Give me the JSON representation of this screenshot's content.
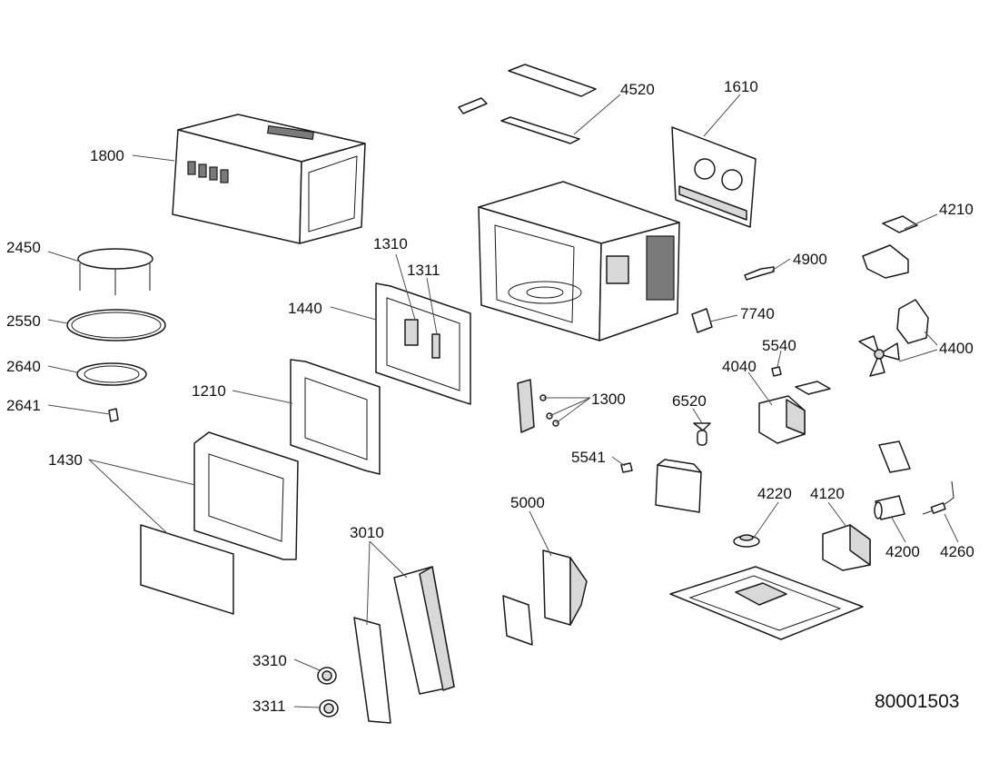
{
  "callouts": [
    {
      "id": "4520",
      "text": "4520"
    },
    {
      "id": "1610",
      "text": "1610"
    },
    {
      "id": "1800",
      "text": "1800"
    },
    {
      "id": "4210",
      "text": "4210"
    },
    {
      "id": "2450",
      "text": "2450"
    },
    {
      "id": "1310",
      "text": "1310"
    },
    {
      "id": "1311",
      "text": "1311"
    },
    {
      "id": "4900",
      "text": "4900"
    },
    {
      "id": "1440",
      "text": "1440"
    },
    {
      "id": "7740",
      "text": "7740"
    },
    {
      "id": "2550",
      "text": "2550"
    },
    {
      "id": "5540",
      "text": "5540"
    },
    {
      "id": "4400",
      "text": "4400"
    },
    {
      "id": "2640",
      "text": "2640"
    },
    {
      "id": "4040",
      "text": "4040"
    },
    {
      "id": "1210",
      "text": "1210"
    },
    {
      "id": "1300",
      "text": "1300"
    },
    {
      "id": "6520",
      "text": "6520"
    },
    {
      "id": "2641",
      "text": "2641"
    },
    {
      "id": "5541",
      "text": "5541"
    },
    {
      "id": "1430",
      "text": "1430"
    },
    {
      "id": "4220",
      "text": "4220"
    },
    {
      "id": "4120",
      "text": "4120"
    },
    {
      "id": "5000",
      "text": "5000"
    },
    {
      "id": "3010",
      "text": "3010"
    },
    {
      "id": "4200",
      "text": "4200"
    },
    {
      "id": "4260",
      "text": "4260"
    },
    {
      "id": "3310",
      "text": "3310"
    },
    {
      "id": "3311",
      "text": "3311"
    }
  ],
  "document_number": "80001503"
}
